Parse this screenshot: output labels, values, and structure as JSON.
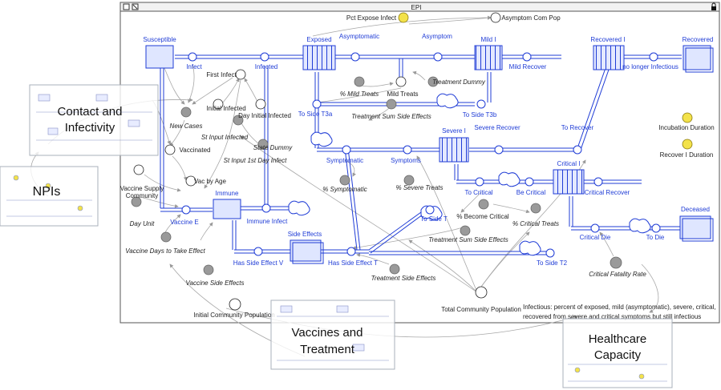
{
  "window": {
    "title": "EPI"
  },
  "stocks": {
    "susceptible": "Susceptible",
    "exposed": "Exposed",
    "mild": "Mild I",
    "recovered_i": "Recovered I",
    "recovered": "Recovered",
    "severe": "Severe I",
    "critical": "Critical I",
    "deceased": "Deceased",
    "immune": "Immune",
    "side_effects": "Side Effects"
  },
  "flows": {
    "infect": "Infect",
    "infected": "Infected",
    "asymptomatic": "Asymptomatic",
    "asymptom": "Asymptom",
    "mild_recover": "Mild Recover",
    "no_longer_infectious": "no longer Infectious",
    "to_side_t3a": "To Side T3a",
    "to_side_t3b": "To Side T3b",
    "symptomatic": "Symptomatic",
    "symptoms": "Symptoms",
    "severe_recover": "Severe Recover",
    "to_recover": "To Recover",
    "to_critical": "To Critical",
    "be_critical": "Be Critical",
    "critical_recover": "Critical Recover",
    "critical_die": "Critical Die",
    "to_die": "To Die",
    "to_side_t": "To Side T",
    "to_side_t2": "To Side T2",
    "vaccine_e": "Vaccine E",
    "immune_infect": "Immune Infect",
    "has_side_effect_v": "Has Side Effect V",
    "has_side_effect_t": "Has Side Effect T"
  },
  "variables": {
    "pct_expose_infect": "Pct Expose Infect",
    "asymptom_com_pop": "Asymptom Com Pop",
    "first_infect": "First Infect",
    "initial_infected": "Initial Infected",
    "day_initial_infected": "Day Initial Infected",
    "st_input_infected": "St Input Infected",
    "state_dummy": "State Dummy",
    "st_input_1st_day_infect": "St Input 1st Day Infect",
    "new_cases": "New Cases",
    "vaccinated": "Vaccinated",
    "vac_by_age": "Vac by Age",
    "vaccine_supply_community": "Vaccine Supply\nCommunity",
    "day_unit": "Day Unit",
    "vaccine_days_to_take_effect": "Vaccine Days to Take Effect",
    "vaccine_side_effects": "Vaccine Side Effects",
    "pct_mild_treats": "% Mild Treats",
    "mild_treats": "Mild Treats",
    "treatment_dummy": "Treatment Dummy",
    "treatment_sum_side_effects": "Treatment Sum Side Effects",
    "pct_symptomatic": "% Symptomatic",
    "pct_severe_treats": "% Severe Treats",
    "pct_become_critical": "% Become Critical",
    "pct_critical_treats": "% Critical Treats",
    "treatment_sum_side_effects_2": "Treatment Sum Side Effects",
    "treatment_side_effects": "Treatment Side Effects",
    "critical_fatality_rate": "Critical Fatality Rate",
    "total_community_population": "Total Community Population",
    "initial_community_population": "Initial Community Population",
    "incubation_duration": "Incubation Duration",
    "recover_i_duration": "Recover I Duration"
  },
  "note": {
    "line1": "Infectious: percent of exposed, mild (asymptomatic), severe, critical,",
    "line2": "recovered from severe and critical symptoms but still infectious"
  },
  "overlays": {
    "contact": "Contact and\nInfectivity",
    "npis": "NPIs",
    "vaccines": "Vaccines and\nTreatment",
    "healthcare": "Healthcare\nCapacity"
  },
  "colors": {
    "stock_fill": "#dfe6ff",
    "flow_blue": "#1f3cd6",
    "ghost_gray": "#8a8a8a",
    "input_yellow": "#f3e24a"
  }
}
